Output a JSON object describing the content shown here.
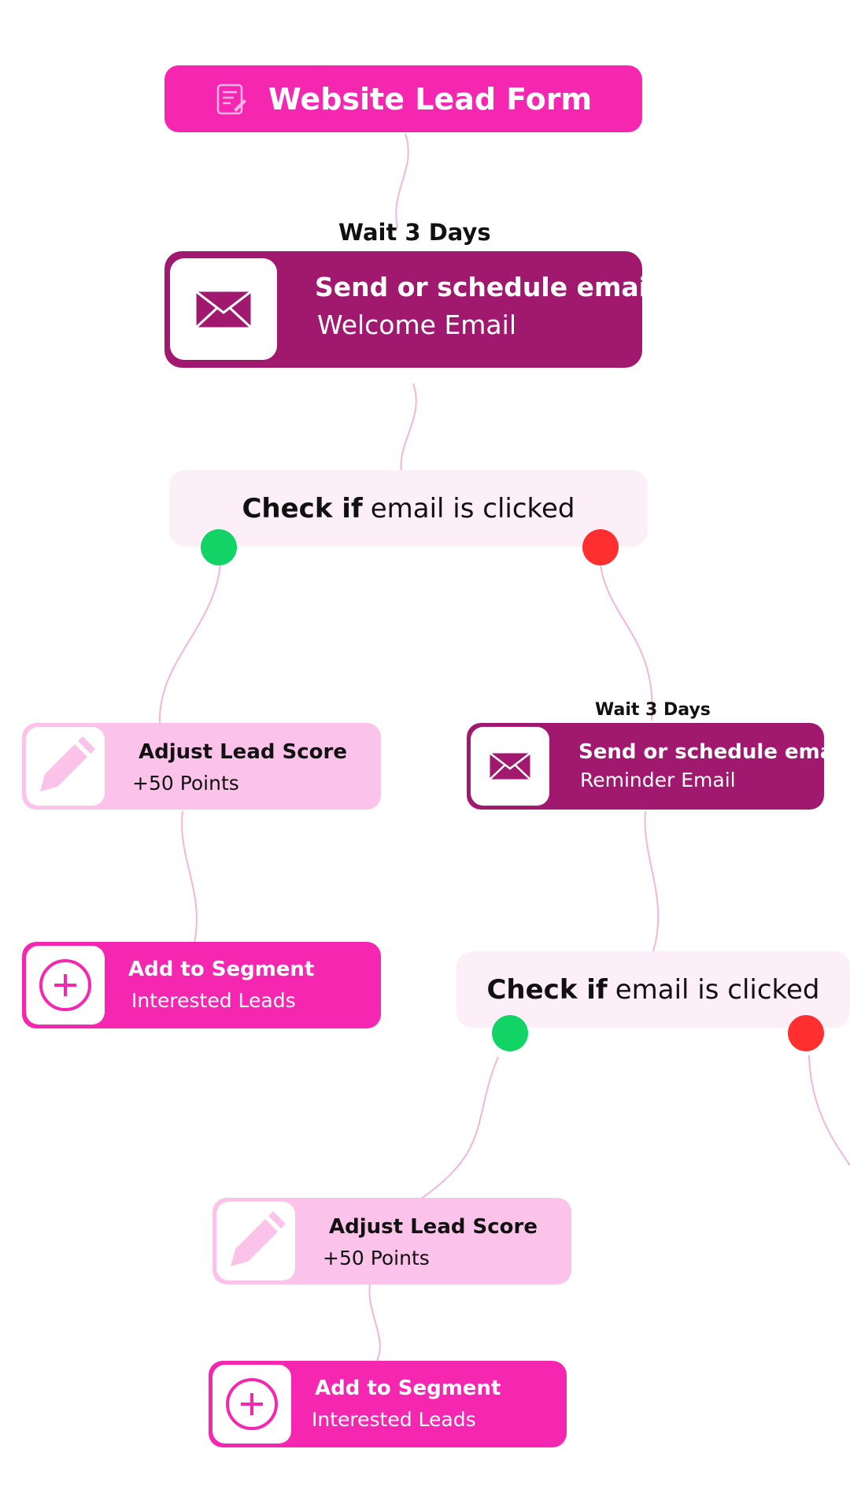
{
  "trigger": {
    "label": "Website Lead Form",
    "icon": "form-icon"
  },
  "step1": {
    "wait": "Wait 3 Days",
    "title": "Send or schedule email",
    "subtitle": "Welcome Email",
    "icon": "envelope-icon"
  },
  "check1": {
    "bold": "Check if",
    "rest": "email is clicked",
    "yes_icon": "green-dot",
    "no_icon": "red-dot"
  },
  "yes1": {
    "score": {
      "title": "Adjust Lead Score",
      "subtitle": "+50 Points",
      "icon": "pencil-icon"
    },
    "segment": {
      "title": "Add to Segment",
      "subtitle": "Interested Leads",
      "icon": "plus-circle-icon"
    }
  },
  "no1": {
    "wait": "Wait 3 Days",
    "email": {
      "title": "Send or schedule email",
      "subtitle": "Reminder Email",
      "icon": "envelope-icon"
    },
    "check": {
      "bold": "Check if",
      "rest": "email is clicked"
    },
    "yes": {
      "score": {
        "title": "Adjust Lead Score",
        "subtitle": "+50 Points",
        "icon": "pencil-icon"
      },
      "segment": {
        "title": "Add to Segment",
        "subtitle": "Interested Leads",
        "icon": "plus-circle-icon"
      }
    }
  },
  "colors": {
    "trigger": "#f527b1",
    "email": "#a0196f",
    "check_bg": "#fdeff8",
    "score": "#fcc3ea",
    "segment": "#f527b1",
    "yes": "#12d466",
    "no": "#ff2f2f",
    "connector": "#f6b4dd"
  }
}
